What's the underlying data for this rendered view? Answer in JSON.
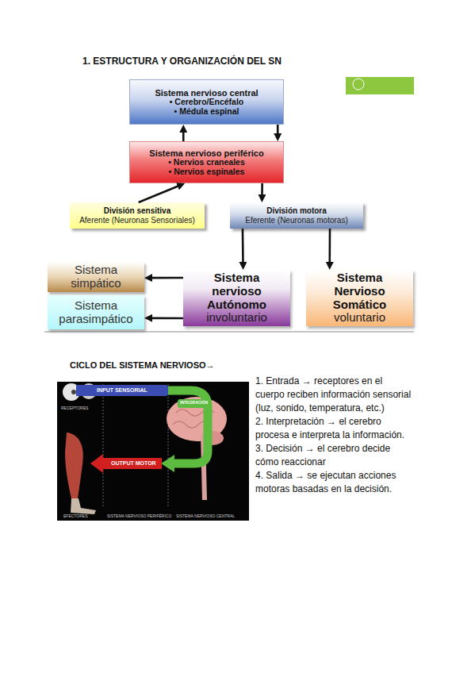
{
  "diagram": {
    "title": "1. ESTRUCTURA Y ORGANIZACIÓN DEL SN",
    "nodes": [
      {
        "text": [
          "Sistema nervioso central",
          "• Cerebro/Encéfalo",
          "• Médula espinal"
        ]
      },
      {
        "text": [
          "Sistema nervioso periférico",
          "• Nervios craneales",
          "• Nervios espinales"
        ]
      },
      {
        "text": [
          "División sensitiva",
          "Aferente (Neuronas Sensoriales)"
        ]
      },
      {
        "text": [
          "División motora",
          "Eferente (Neuronas motoras)"
        ]
      },
      {
        "text": [
          "Sistema simpático"
        ]
      },
      {
        "text": [
          "Sistema parasimpático"
        ]
      },
      {
        "text": [
          "Sistema nervioso Autónomo",
          "involuntario"
        ]
      },
      {
        "text": [
          "Sistema Nervioso Somático",
          "voluntario"
        ]
      }
    ],
    "edges": [
      {
        "from": 1,
        "to": 0,
        "arrow": "to"
      },
      {
        "from": 0,
        "to": 1,
        "arrow": "to"
      },
      {
        "from": 2,
        "to": 1,
        "arrow": "to"
      },
      {
        "from": 1,
        "to": 3,
        "arrow": "to"
      },
      {
        "from": 3,
        "to": 6,
        "arrow": "to"
      },
      {
        "from": 3,
        "to": 7,
        "arrow": "to"
      },
      {
        "from": 6,
        "to": 4,
        "arrow": "to"
      },
      {
        "from": 6,
        "to": 5,
        "arrow": "to"
      }
    ],
    "labels": [
      "CICLO DEL SISTEMA NERVIOSO→",
      "INPUT SENSORIAL",
      "INTEGRACIÓN",
      "RECEPTORES",
      "OUTPUT MOTOR",
      "EFECTORES",
      "SISTEMA NERVIOSO PERIFÉRICO",
      "SISTEMA NERVIOSO CENTRAL",
      "1. Entrada → receptores en el cuerpo reciben información sensorial (luz, sonido, temperatura, etc.)",
      "2. Interpretación → el cerebro procesa e interpreta la información.",
      "3. Decisión → el cerebro decide cómo reaccionar",
      "4. Salida → se ejecutan acciones motoras basadas en la decisión."
    ]
  }
}
